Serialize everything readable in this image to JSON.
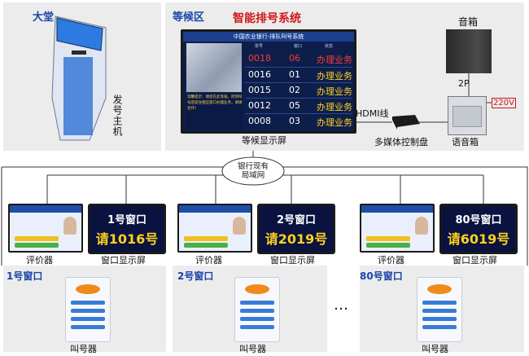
{
  "zones": {
    "lobby": "大堂",
    "waiting": "等候区",
    "system_title": "智能排号系统"
  },
  "kiosk_label": "发号主机",
  "waiting_screen": {
    "header": "中国农业银行-排队叫号系统",
    "columns": [
      "票号",
      "窗口",
      "状态"
    ],
    "notice": "温馨提示：请您在此等候，听到叫号后前往相应窗口办理业务，谢谢合作！",
    "rows": [
      {
        "ticket": "0018",
        "window": "06",
        "status": "办理业务"
      },
      {
        "ticket": "0016",
        "window": "01",
        "status": "办理业务"
      },
      {
        "ticket": "0015",
        "window": "02",
        "status": "办理业务"
      },
      {
        "ticket": "0012",
        "window": "05",
        "status": "办理业务"
      },
      {
        "ticket": "0008",
        "window": "03",
        "status": "办理业务"
      }
    ],
    "caption": "等候显示屏"
  },
  "hdmi_label": "HDMI线",
  "media_box_label": "多媒体控制盘",
  "speaker_label": "音箱",
  "speaker_cable_label": "2P",
  "voice_box_label": "语音箱",
  "voltage_label": "220V",
  "network_label_line1": "银行现有",
  "network_label_line2": "局域网",
  "windows": [
    {
      "zone_label": "1号窗口",
      "screen_title": "1号窗口",
      "screen_number": "请1016号",
      "evaluator_label": "评价器",
      "screen_label": "窗口显示屏",
      "pager_label": "叫号器"
    },
    {
      "zone_label": "2号窗口",
      "screen_title": "2号窗口",
      "screen_number": "请2019号",
      "evaluator_label": "评价器",
      "screen_label": "窗口显示屏",
      "pager_label": "叫号器"
    },
    {
      "zone_label": "80号窗口",
      "screen_title": "80号窗口",
      "screen_number": "请6019号",
      "evaluator_label": "评价器",
      "screen_label": "窗口显示屏",
      "pager_label": "叫号器"
    }
  ],
  "ellipsis": "…",
  "colors": {
    "zone_label": "#1a44a8",
    "title_red": "#d01818",
    "screen_yellow": "#ffd21e",
    "ticket_red": "#ff3a3a"
  }
}
